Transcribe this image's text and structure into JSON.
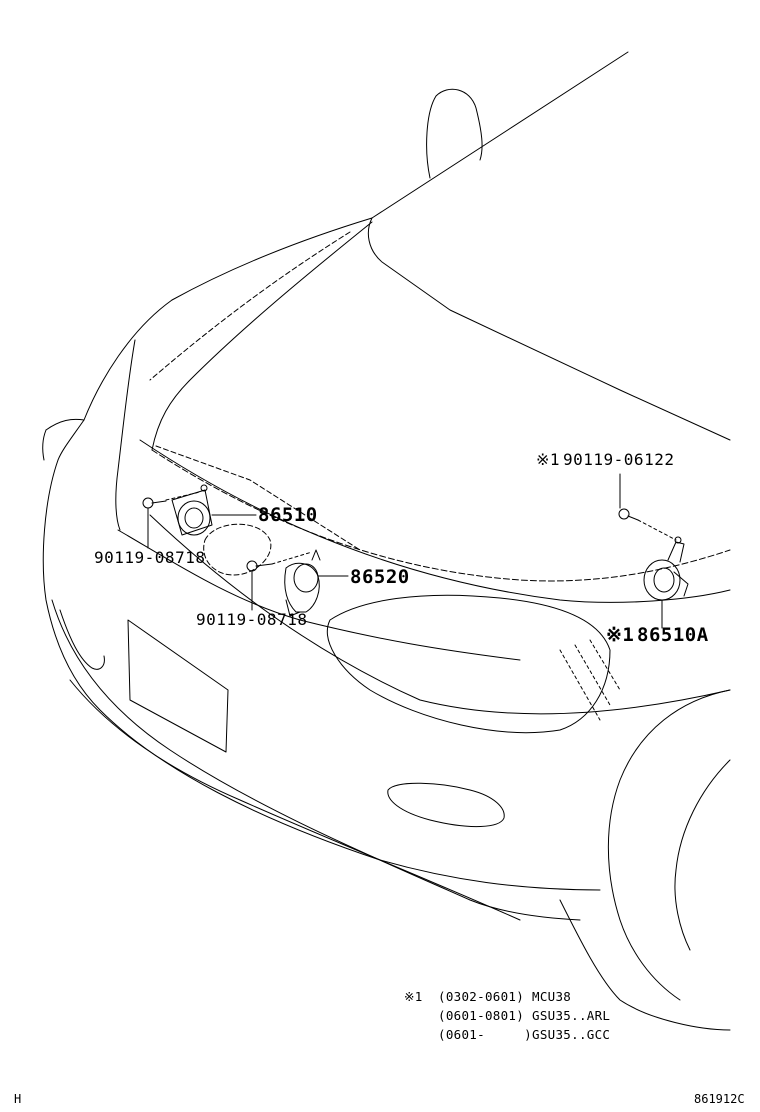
{
  "part_labels": {
    "p86510": "86510",
    "p86520": "86520",
    "p86510a": "86510A",
    "p86510a_mark": "※1",
    "bolt_upper": "90119-08718",
    "bolt_lower": "90119-08718",
    "bolt_right": "90119-06122",
    "bolt_right_mark": "※1"
  },
  "footnote": {
    "mark": "※1",
    "rows": [
      {
        "dates": "(0302-0601)",
        "model": "MCU38"
      },
      {
        "dates": "(0601-0801)",
        "model": "GSU35..ARL"
      },
      {
        "dates": "(0601-     )",
        "model": "GSU35..GCC"
      }
    ]
  },
  "corner": {
    "left": "H",
    "right": "861912C"
  }
}
